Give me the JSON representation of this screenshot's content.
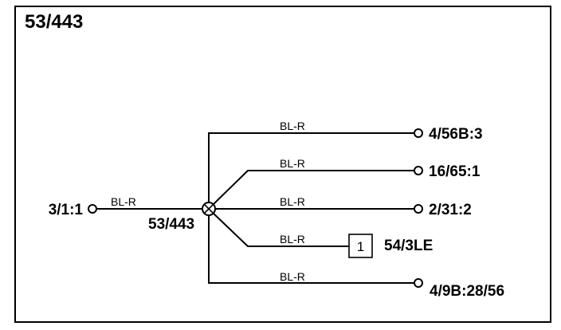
{
  "title": "53/443",
  "splice": {
    "label": "53/443"
  },
  "input": {
    "connector": "3/1:1",
    "wire_color": "BL-R"
  },
  "branches": [
    {
      "wire_color": "BL-R",
      "connector": "4/56B:3"
    },
    {
      "wire_color": "BL-R",
      "connector": "16/65:1"
    },
    {
      "wire_color": "BL-R",
      "connector": "2/31:2"
    },
    {
      "wire_color": "BL-R",
      "connector": "54/3LE",
      "box_number": "1"
    },
    {
      "wire_color": "BL-R",
      "connector": "4/9B:28/56"
    }
  ]
}
